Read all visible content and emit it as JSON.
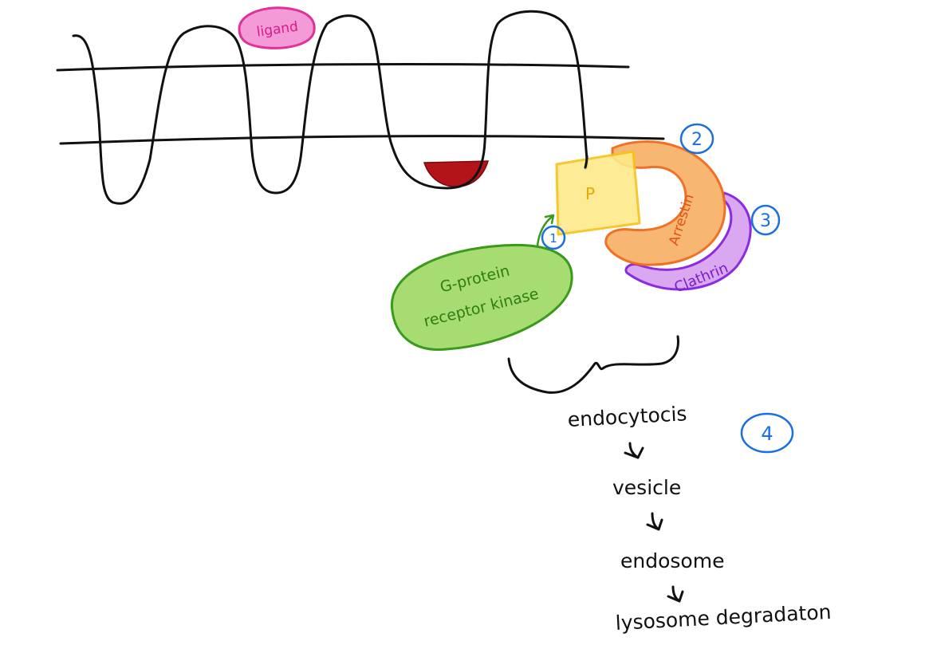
{
  "labels": {
    "ligand": "ligand",
    "phosphate": "P",
    "arrestin": "Arrestin",
    "clathrin": "Clathrin",
    "gpcr_kinase_line1": "G-protein",
    "gpcr_kinase_line2": "receptor kinase"
  },
  "steps": {
    "one": "1",
    "two": "2",
    "three": "3",
    "four": "4"
  },
  "pathway": [
    "endocytocis",
    "vesicle",
    "endosome",
    "lysosome degradaton"
  ],
  "colors": {
    "ligand": "#f49ad6",
    "ligand_stroke": "#e0309a",
    "phosphate": "#fde98a",
    "phosphate_stroke": "#f5c21a",
    "arrestin": "#f7b36a",
    "arrestin_stroke": "#f06a1a",
    "clathrin": "#d9a8f0",
    "clathrin_stroke": "#8a2be2",
    "kinase": "#a6dc72",
    "kinase_stroke": "#3a9a1a",
    "binding_site": "#b3141a",
    "step_circle": "#1a6fe0",
    "ink": "#111111"
  }
}
